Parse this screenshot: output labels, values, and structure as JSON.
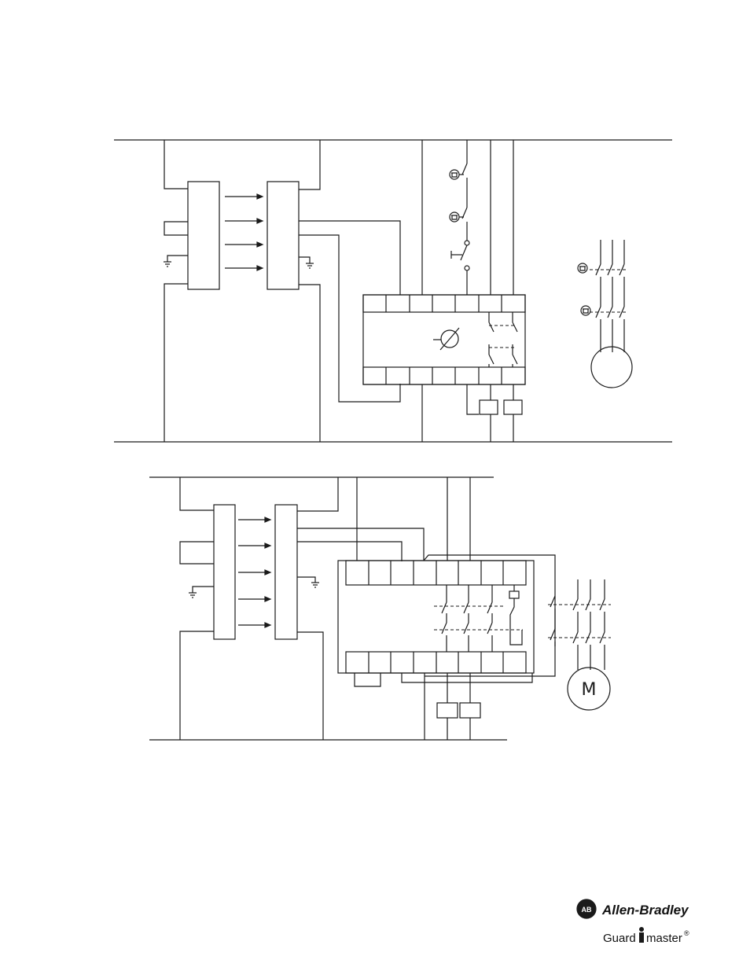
{
  "diagram_top": {
    "estop_buttons": [
      "emergency-stop-1",
      "emergency-stop-2"
    ],
    "contactor_stops": [
      "emergency-stop-3",
      "emergency-stop-4"
    ]
  },
  "diagram_bottom": {
    "motor_label": "M"
  },
  "branding": {
    "company": "Allen-Bradley",
    "logo_initials": "AB",
    "product_line_prefix": "Guard",
    "product_line_suffix": "master",
    "registered_mark": "®"
  }
}
